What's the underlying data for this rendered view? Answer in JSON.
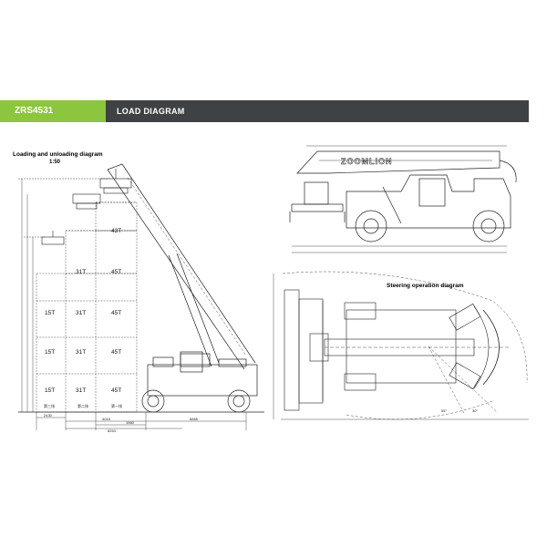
{
  "header": {
    "model": "ZRS4531",
    "title": "LOAD   DIAGRAM"
  },
  "left_diagram": {
    "title": "Loading and unloading diagram",
    "scale": "1:50",
    "column_tonnages": [
      [
        "43T",
        "45T",
        "45T",
        "45T",
        "45T"
      ],
      [
        "31T",
        "31T",
        "31T",
        "31T"
      ],
      [
        "15T",
        "15T",
        "15T"
      ]
    ],
    "row_labels": [
      "第三排",
      "第二排",
      "第一排"
    ],
    "dimensions": [
      "2430",
      "4015",
      "1960",
      "8253",
      "6665"
    ]
  },
  "right_diagram": {
    "title": "Steering operation diagram",
    "brand_on_boom": "ZOOMLION",
    "angle_labels": [
      "55°",
      "30°"
    ]
  }
}
